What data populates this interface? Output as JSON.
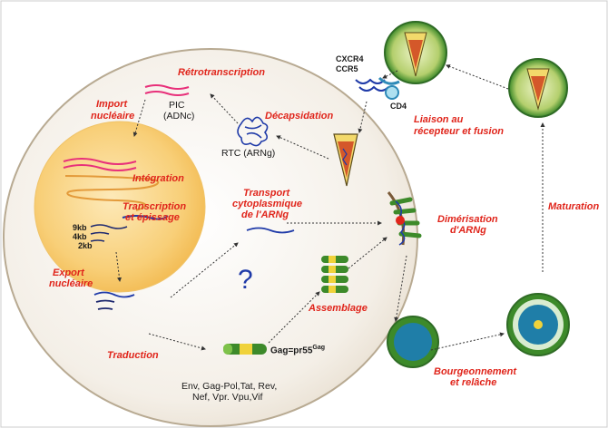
{
  "labels": {
    "retrotranscription": "Rétrotranscription",
    "pic": "PIC",
    "adnc": "(ADNc)",
    "import_nucleaire_1": "Import",
    "import_nucleaire_2": "nucléaire",
    "decapsidation": "Décapsidation",
    "rtc": "RTC (ARNg)",
    "cxcr4": "CXCR4",
    "ccr5": "CCR5",
    "cd4": "CD4",
    "liaison_1": "Liaison au",
    "liaison_2": "récepteur et fusion",
    "integration": "Intégration",
    "transcription_1": "Transcription",
    "transcription_2": "et épissage",
    "kb9": "9kb",
    "kb4": "4kb",
    "kb2": "2kb",
    "transport_1": "Transport",
    "transport_2": "cytoplasmique",
    "transport_3": "de l'ARNg",
    "dimerisation_1": "Dimérisation",
    "dimerisation_2": "d'ARNg",
    "maturation": "Maturation",
    "export_1": "Export",
    "export_2": "nucléaire",
    "question": "?",
    "assemblage": "Assemblage",
    "traduction": "Traduction",
    "gag": "Gag=pr55",
    "gag_sup": "Gag",
    "proteins_1": "Env, Gag-Pol,Tat, Rev,",
    "proteins_2": "Nef, Vpr. Vpu,Vif",
    "bourgeonnement_1": "Bourgeonnement",
    "bourgeonnement_2": "et relâche"
  },
  "colors": {
    "red_label": "#e0251b",
    "cell_fill": "#f3eee6",
    "nucleus_fill": "#f7c86a",
    "rna_blue": "#1f3aa8",
    "dna_pink": "#e8307a",
    "virion_green": "#3d8a2a"
  }
}
